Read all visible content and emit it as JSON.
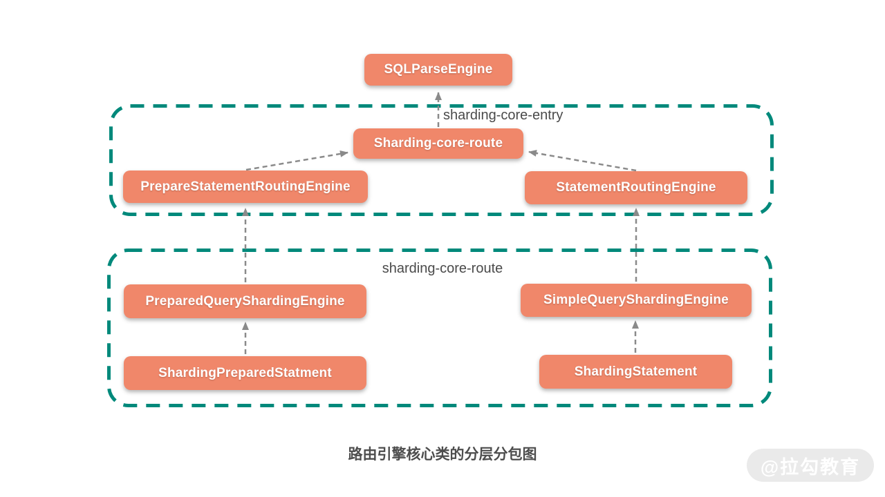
{
  "diagram": {
    "nodes": [
      {
        "id": "sql-parse-engine",
        "label": "SQLParseEngine"
      },
      {
        "id": "sharding-core-route-node",
        "label": "Sharding-core-route"
      },
      {
        "id": "prepare-statement-routing-engine",
        "label": "PrepareStatementRoutingEngine"
      },
      {
        "id": "statement-routing-engine",
        "label": "StatementRoutingEngine"
      },
      {
        "id": "prepared-query-sharding-engine",
        "label": "PreparedQueryShardingEngine"
      },
      {
        "id": "simple-query-sharding-engine",
        "label": "SimpleQueryShardingEngine"
      },
      {
        "id": "sharding-prepared-statment",
        "label": "ShardingPreparedStatment"
      },
      {
        "id": "sharding-statement",
        "label": "ShardingStatement"
      }
    ],
    "groups": [
      {
        "id": "sharding-core-entry",
        "label": "sharding-core-entry"
      },
      {
        "id": "sharding-core-route",
        "label": "sharding-core-route"
      }
    ],
    "edges": [
      {
        "from": "Sharding-core-route",
        "to": "SQLParseEngine"
      },
      {
        "from": "PrepareStatementRoutingEngine",
        "to": "Sharding-core-route"
      },
      {
        "from": "StatementRoutingEngine",
        "to": "Sharding-core-route"
      },
      {
        "from": "PreparedQueryShardingEngine",
        "to": "PrepareStatementRoutingEngine"
      },
      {
        "from": "SimpleQueryShardingEngine",
        "to": "StatementRoutingEngine"
      },
      {
        "from": "ShardingPreparedStatment",
        "to": "PreparedQueryShardingEngine"
      },
      {
        "from": "ShardingStatement",
        "to": "SimpleQueryShardingEngine"
      }
    ],
    "caption": "路由引擎核心类的分层分包图",
    "watermark": "@拉勾教育",
    "colors": {
      "node_fill": "#F0876A",
      "node_text": "#FFFFFF",
      "group_border": "#00897B",
      "edge": "#8A8A8A",
      "label_text": "#4A4A4A",
      "watermark_bg": "#EAEAEA",
      "watermark_text": "#FFFFFF"
    }
  }
}
